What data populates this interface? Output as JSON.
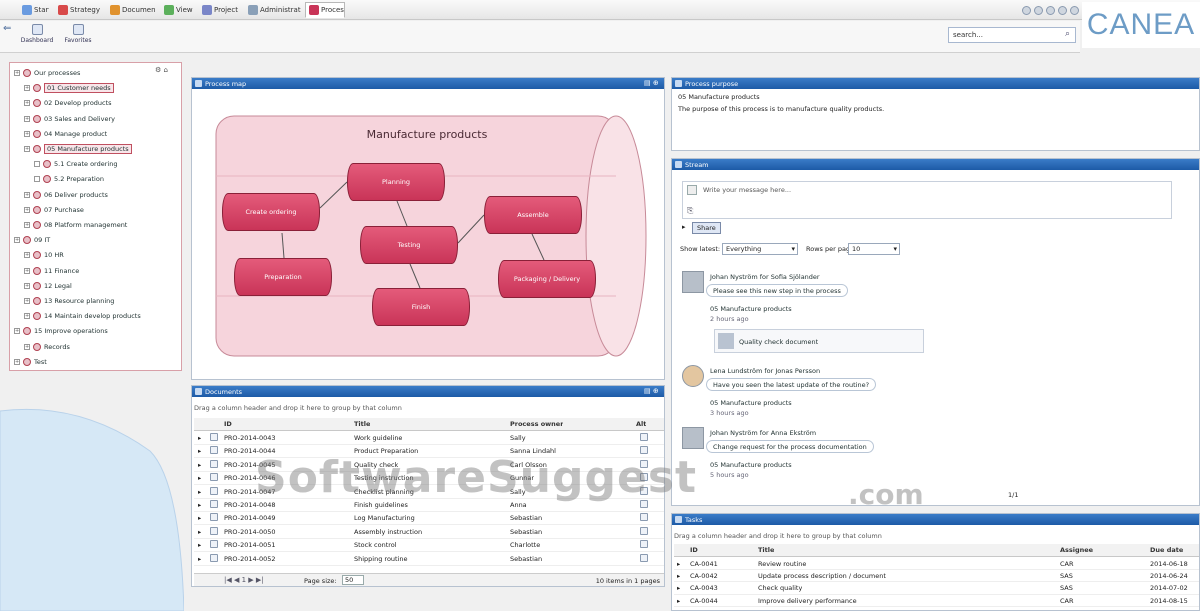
{
  "window": {
    "tabs": [
      "Start",
      "Strategy",
      "Document",
      "View",
      "Project",
      "Administration",
      "Process"
    ],
    "active_tab_index": 6,
    "logo_text": "CANEA",
    "search_value": "search..."
  },
  "toolbar": {
    "buttons": [
      "Dashboard",
      "Favorites"
    ]
  },
  "tree": {
    "items": [
      {
        "label": "Our processes",
        "level": 0,
        "selected": false
      },
      {
        "label": "01 Customer needs",
        "level": 1,
        "selected": true
      },
      {
        "label": "02 Develop products",
        "level": 1,
        "selected": false
      },
      {
        "label": "03 Sales and Delivery",
        "level": 1,
        "selected": false
      },
      {
        "label": "04 Manage product",
        "level": 1,
        "selected": false
      },
      {
        "label": "05 Manufacture products",
        "level": 1,
        "selected": true
      },
      {
        "label": "5.1 Create ordering",
        "level": 2,
        "selected": false
      },
      {
        "label": "5.2 Preparation",
        "level": 2,
        "selected": false
      },
      {
        "label": "06 Deliver products",
        "level": 1,
        "selected": false
      },
      {
        "label": "07 Purchase",
        "level": 1,
        "selected": false
      },
      {
        "label": "08 Platform management",
        "level": 1,
        "selected": false
      },
      {
        "label": "09 IT",
        "level": 0,
        "selected": false
      },
      {
        "label": "10 HR",
        "level": 1,
        "selected": false
      },
      {
        "label": "11 Finance",
        "level": 1,
        "selected": false
      },
      {
        "label": "12 Legal",
        "level": 1,
        "selected": false
      },
      {
        "label": "13 Resource planning",
        "level": 1,
        "selected": false
      },
      {
        "label": "14 Maintain develop products",
        "level": 1,
        "selected": false
      },
      {
        "label": "15 Improve operations",
        "level": 0,
        "selected": false
      },
      {
        "label": "Records",
        "level": 1,
        "selected": false
      },
      {
        "label": "Test",
        "level": 0,
        "selected": false
      }
    ]
  },
  "process_panel": {
    "title": "Process map",
    "map_title": "Manufacture products",
    "steps": [
      "Create ordering",
      "Preparation",
      "Planning",
      "Testing",
      "Finish",
      "Assemble",
      "Packaging / Delivery"
    ]
  },
  "docs_panel": {
    "title": "Documents",
    "group_hint": "Drag a column header and drop it here to group by that column",
    "columns": [
      "ID",
      "Title",
      "Process owner",
      "Alt"
    ],
    "rows": [
      {
        "id": "PRO-2014-0043",
        "title": "Work guideline",
        "owner": "Sally"
      },
      {
        "id": "PRO-2014-0044",
        "title": "Product Preparation",
        "owner": "Sanna Lindahl"
      },
      {
        "id": "PRO-2014-0045",
        "title": "Quality check",
        "owner": "Carl Olsson"
      },
      {
        "id": "PRO-2014-0046",
        "title": "Testing instruction",
        "owner": "Gunnar"
      },
      {
        "id": "PRO-2014-0047",
        "title": "Checklist planning",
        "owner": "Sally"
      },
      {
        "id": "PRO-2014-0048",
        "title": "Finish guidelines",
        "owner": "Anna"
      },
      {
        "id": "PRO-2014-0049",
        "title": "Log Manufacturing",
        "owner": "Sebastian"
      },
      {
        "id": "PRO-2014-0050",
        "title": "Assembly instruction",
        "owner": "Sebastian"
      },
      {
        "id": "PRO-2014-0051",
        "title": "Stock control",
        "owner": "Charlotte"
      },
      {
        "id": "PRO-2014-0052",
        "title": "Shipping routine",
        "owner": "Sebastian"
      }
    ],
    "page_size_label": "Page size:",
    "page_size_value": "50",
    "count_text": "10 items in 1 pages"
  },
  "info_panel": {
    "title": "Process purpose",
    "heading": "05 Manufacture products",
    "text": "The purpose of this process is to manufacture quality products."
  },
  "stream_panel": {
    "title": "Stream",
    "post_placeholder": "Write your message here...",
    "post_button": "Share",
    "filter_label": "Show latest:",
    "filter_value": "Everything",
    "page_label": "Rows per page:",
    "page_value": "10",
    "entries": [
      {
        "author": "Johan Nyström for Sofia Sjölander",
        "message": "Please see this new step in the process",
        "ref": "05 Manufacture products",
        "time": "2 hours ago",
        "attachment": "Quality check document"
      },
      {
        "author": "Lena Lundström for Jonas Persson",
        "message": "Have you seen the latest update of the routine?",
        "ref": "05 Manufacture products",
        "time": "3 hours ago"
      },
      {
        "author": "Johan Nyström for Anna Ekström",
        "message": "Change request for the process documentation",
        "ref": "05 Manufacture products",
        "time": "5 hours ago"
      }
    ],
    "pager": "1/1"
  },
  "tasks_panel": {
    "title": "Tasks",
    "group_hint": "Drag a column header and drop it here to group by that column",
    "columns": [
      "ID",
      "Title",
      "Assignee",
      "Due date"
    ],
    "rows": [
      {
        "id": "CA-0041",
        "title": "Review routine",
        "assignee": "CAR",
        "due": "2014-06-18"
      },
      {
        "id": "CA-0042",
        "title": "Update process description / document",
        "assignee": "SAS",
        "due": "2014-06-24"
      },
      {
        "id": "CA-0043",
        "title": "Check quality",
        "assignee": "SAS",
        "due": "2014-07-02"
      },
      {
        "id": "CA-0044",
        "title": "Improve delivery performance",
        "assignee": "CAR",
        "due": "2014-08-15"
      }
    ]
  },
  "watermark": {
    "main": "SoftwareSuggest",
    "suffix": ".com"
  },
  "colors": {
    "panel_header": "#1d5aa6",
    "process_block": "#c93458",
    "accent": "#6d9cc6"
  }
}
